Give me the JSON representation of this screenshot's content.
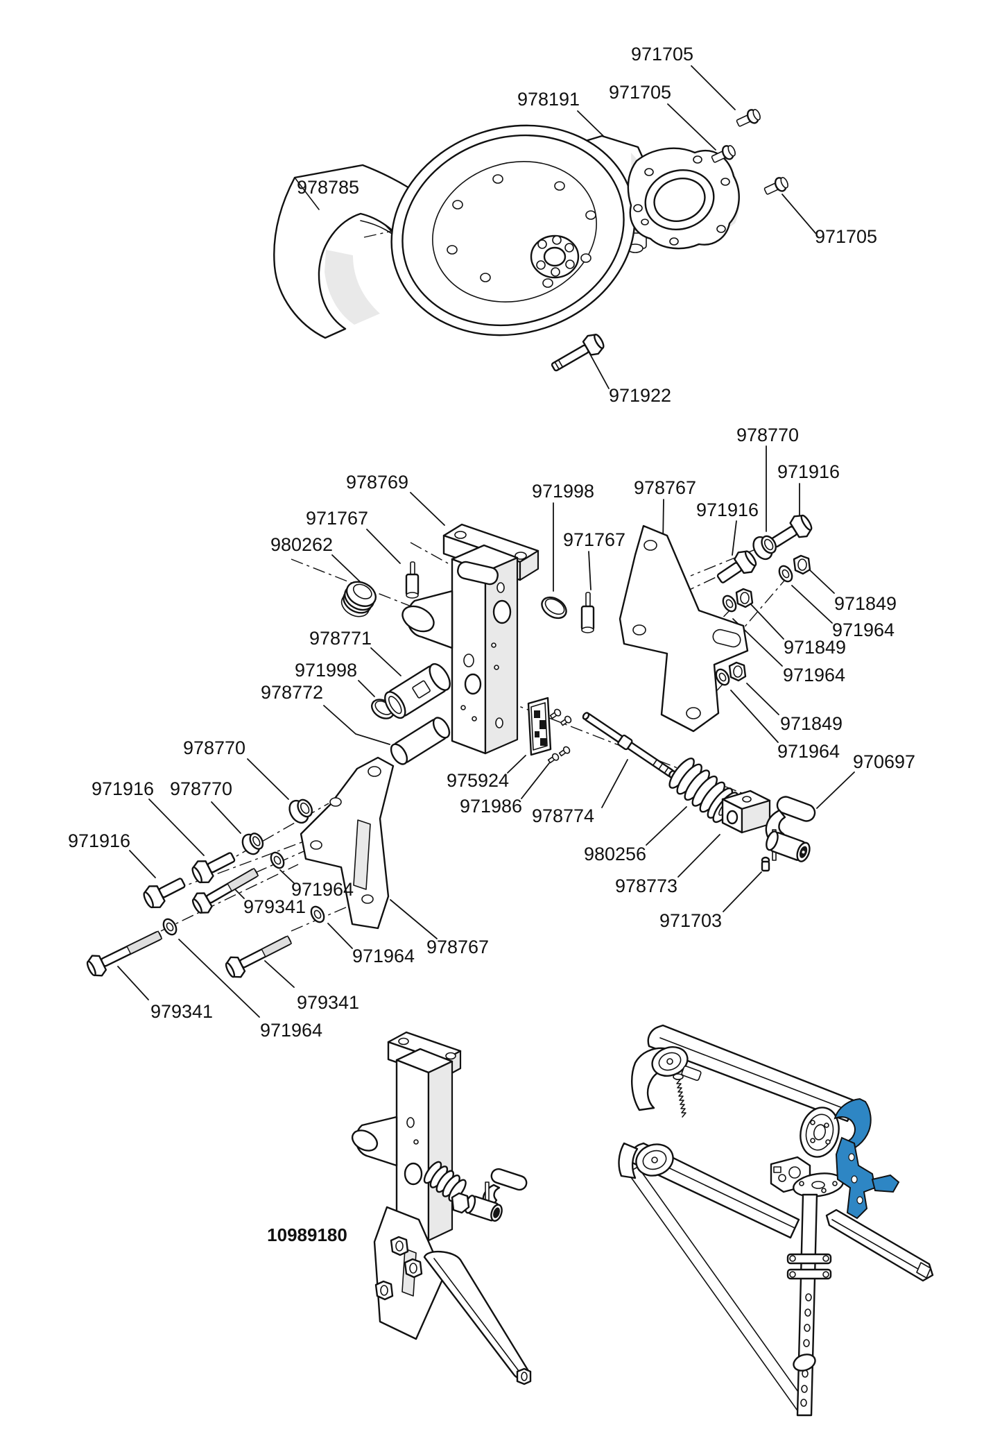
{
  "diagram": {
    "kind": "exploded-parts-diagram",
    "background": "#ffffff"
  },
  "colors": {
    "line": "#111111",
    "shade": "#e9e9e9",
    "highlight": "#2E86C4"
  },
  "labels": [
    {
      "text": "971705"
    },
    {
      "text": "971705"
    },
    {
      "text": "978191"
    },
    {
      "text": "971705"
    },
    {
      "text": "978785"
    },
    {
      "text": "971922"
    },
    {
      "text": "978769"
    },
    {
      "text": "971767"
    },
    {
      "text": "980262"
    },
    {
      "text": "971998"
    },
    {
      "text": "971767"
    },
    {
      "text": "978767"
    },
    {
      "text": "978770"
    },
    {
      "text": "971916"
    },
    {
      "text": "971916"
    },
    {
      "text": "971849"
    },
    {
      "text": "971964"
    },
    {
      "text": "971849"
    },
    {
      "text": "971964"
    },
    {
      "text": "971849"
    },
    {
      "text": "971964"
    },
    {
      "text": "978771"
    },
    {
      "text": "971998"
    },
    {
      "text": "978772"
    },
    {
      "text": "975924"
    },
    {
      "text": "971986"
    },
    {
      "text": "978774"
    },
    {
      "text": "980256"
    },
    {
      "text": "978773"
    },
    {
      "text": "971703"
    },
    {
      "text": "970697"
    },
    {
      "text": "978770"
    },
    {
      "text": "971916"
    },
    {
      "text": "978770"
    },
    {
      "text": "971916"
    },
    {
      "text": "971964"
    },
    {
      "text": "979341"
    },
    {
      "text": "971964"
    },
    {
      "text": "978767"
    },
    {
      "text": "979341"
    },
    {
      "text": "971964"
    },
    {
      "text": "979341"
    },
    {
      "text": "10989180"
    }
  ]
}
